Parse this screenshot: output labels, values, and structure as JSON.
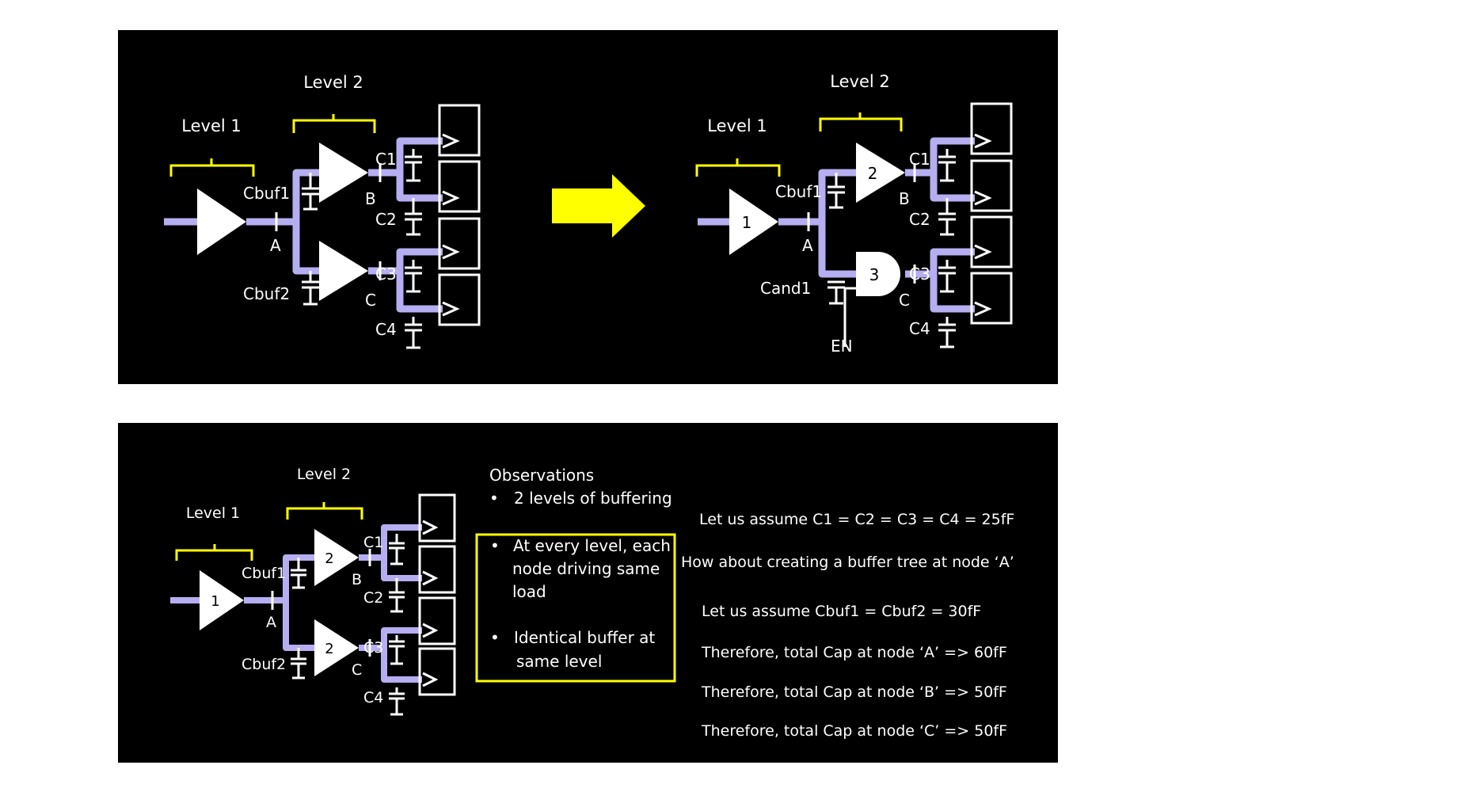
{
  "panel_top": {
    "before": {
      "level1": "Level 1",
      "level2": "Level 2",
      "cbuf1": "Cbuf1",
      "cbuf2": "Cbuf2",
      "node_a": "A",
      "node_b": "B",
      "node_c": "C",
      "c1": "C1",
      "c2": "C2",
      "c3": "C3",
      "c4": "C4"
    },
    "after": {
      "level1": "Level 1",
      "level2": "Level 2",
      "cbuf1": "Cbuf1",
      "cand1": "Cand1",
      "node_a": "A",
      "node_b": "B",
      "node_c": "C",
      "c1": "C1",
      "c2": "C2",
      "c3": "C3",
      "c4": "C4",
      "buf1": "1",
      "buf2": "2",
      "and3": "3",
      "enable": "EN"
    },
    "arrow_color": "#ffff00"
  },
  "panel_bottom": {
    "diagram": {
      "level1": "Level 1",
      "level2": "Level 2",
      "cbuf1": "Cbuf1",
      "cbuf2": "Cbuf2",
      "node_a": "A",
      "node_b": "B",
      "node_c": "C",
      "c1": "C1",
      "c2": "C2",
      "c3": "C3",
      "c4": "C4",
      "buf1": "1",
      "buf2a": "2",
      "buf2b": "2"
    },
    "observations": {
      "title": "Observations",
      "bullet1": "2 levels of buffering",
      "box_bullet1": [
        "At every level, each",
        "node driving same",
        "load"
      ],
      "box_bullet2": [
        "Identical buffer at",
        "same level"
      ]
    },
    "statements": [
      "Let us assume C1 = C2 = C3 = C4 = 25fF",
      "How about creating a buffer tree at node ‘A’",
      "Let us assume Cbuf1 = Cbuf2 = 30fF",
      "Therefore, total Cap at node ‘A’  => 60fF",
      "Therefore, total Cap at node ‘B’  => 50fF",
      "Therefore, total Cap at node ‘C’  => 50fF"
    ]
  },
  "colors": {
    "background": "#000000",
    "wire": "#b5aef0",
    "bracket": "#ffff00",
    "highlight_box": "#ffff00",
    "text": "#ffffff"
  }
}
